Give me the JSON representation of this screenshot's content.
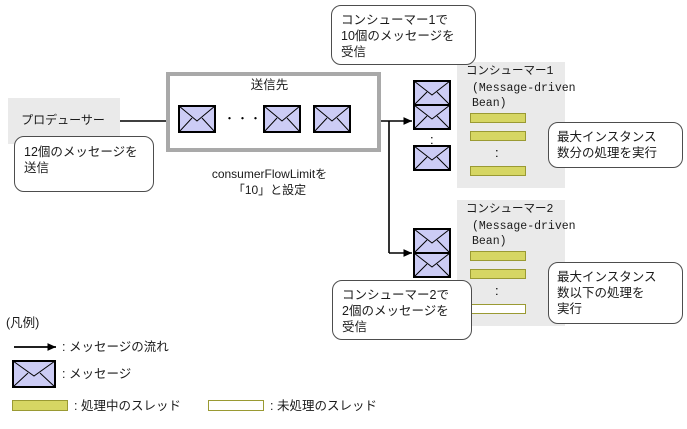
{
  "colors": {
    "envelope_fill": "#ccccf5",
    "envelope_stroke": "#000000",
    "box_gray": "#eaeaea",
    "dest_border": "#a9a9a9",
    "thread_busy": "#d6d663",
    "thread_idle": "#ffffff",
    "thread_border": "#9a9a33",
    "line": "#000000",
    "callout_border": "#4d4d4d"
  },
  "producer": {
    "label": "プロデューサー",
    "callout": "12個のメッセージを\n送信"
  },
  "destination": {
    "title": "送信先",
    "caption": "consumerFlowLimitを\n「10」と設定",
    "envelope_count": 3,
    "ellipsis": "・・・"
  },
  "consumer1": {
    "title": "コンシューマー1",
    "subtitle": "(Message-driven\nBean)",
    "receive_callout": "コンシューマー1で\n10個のメッセージを\n受信",
    "thread_callout": "最大インスタンス\n数分の処理を実行",
    "envelope_count": 3,
    "ellipsis": ":",
    "threads": [
      "busy",
      "busy",
      "busy"
    ],
    "thread_ellipsis": ":"
  },
  "consumer2": {
    "title": "コンシューマー2",
    "subtitle": "(Message-driven\nBean)",
    "receive_callout": "コンシューマー2で\n2個のメッセージを\n受信",
    "thread_callout": "最大インスタンス\n数以下の処理を\n実行",
    "envelope_count": 2,
    "threads": [
      "busy",
      "busy",
      "idle"
    ],
    "thread_ellipsis": ":"
  },
  "legend": {
    "title": "(凡例)",
    "flow": ": メッセージの流れ",
    "message": ": メッセージ",
    "thread_busy": ": 処理中のスレッド",
    "thread_idle": ": 未処理のスレッド"
  }
}
